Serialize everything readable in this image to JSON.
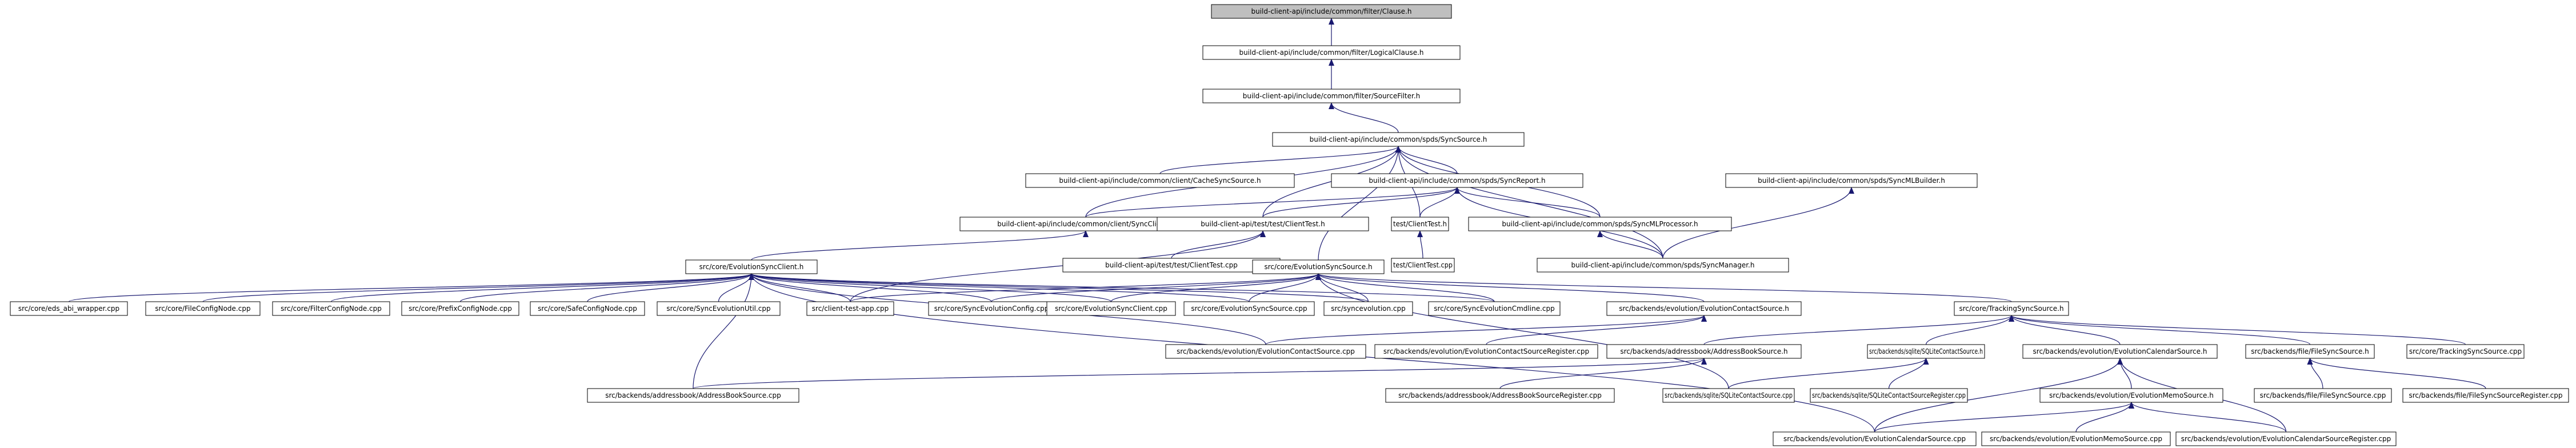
{
  "colors": {
    "node_fill": "#ffffff",
    "root_fill": "#bfbfbf",
    "border": "#000000",
    "edge": "#191970"
  },
  "nodes": [
    {
      "id": "clause_h",
      "label": "build-client-api/include/common/filter/Clause.h",
      "root": true
    },
    {
      "id": "logicalclause_h",
      "label": "build-client-api/include/common/filter/LogicalClause.h"
    },
    {
      "id": "sourcefilter_h",
      "label": "build-client-api/include/common/filter/SourceFilter.h"
    },
    {
      "id": "syncsource_h",
      "label": "build-client-api/include/common/spds/SyncSource.h"
    },
    {
      "id": "cachesyncsource_h",
      "label": "build-client-api/include/common/client/CacheSyncSource.h"
    },
    {
      "id": "syncreport_h",
      "label": "build-client-api/include/common/spds/SyncReport.h"
    },
    {
      "id": "syncmlbuilder_h",
      "label": "build-client-api/include/common/spds/SyncMLBuilder.h"
    },
    {
      "id": "syncclient_h",
      "label": "build-client-api/include/common/client/SyncClient.h"
    },
    {
      "id": "clienttest_h",
      "label": "build-client-api/test/test/ClientTest.h"
    },
    {
      "id": "test_clienttest_h",
      "label": "test/ClientTest.h"
    },
    {
      "id": "syncmlprocessor_h",
      "label": "build-client-api/include/common/spds/SyncMLProcessor.h"
    },
    {
      "id": "clienttest_cpp_b",
      "label": "build-client-api/test/test/ClientTest.cpp"
    },
    {
      "id": "test_clienttest_cpp",
      "label": "test/ClientTest.cpp"
    },
    {
      "id": "syncmanager_h",
      "label": "build-client-api/include/common/spds/SyncManager.h"
    },
    {
      "id": "evolutionsyncclient_h",
      "label": "src/core/EvolutionSyncClient.h"
    },
    {
      "id": "evolutionsyncsource_h",
      "label": "src/core/EvolutionSyncSource.h"
    },
    {
      "id": "eds_abi_wrapper_cpp",
      "label": "src/core/eds_abi_wrapper.cpp"
    },
    {
      "id": "fileconfignode_cpp",
      "label": "src/core/FileConfigNode.cpp"
    },
    {
      "id": "filterconfignode_cpp",
      "label": "src/core/FilterConfigNode.cpp"
    },
    {
      "id": "prefixconfignode_cpp",
      "label": "src/core/PrefixConfigNode.cpp"
    },
    {
      "id": "safeconfignode_cpp",
      "label": "src/core/SafeConfigNode.cpp"
    },
    {
      "id": "syncevolutionutil_cpp",
      "label": "src/core/SyncEvolutionUtil.cpp"
    },
    {
      "id": "client_test_app_cpp",
      "label": "src/client-test-app.cpp"
    },
    {
      "id": "syncevolutionconfig_cpp",
      "label": "src/core/SyncEvolutionConfig.cpp"
    },
    {
      "id": "evolutionsyncclient_cpp",
      "label": "src/core/EvolutionSyncClient.cpp"
    },
    {
      "id": "evolutionsyncsource_cpp",
      "label": "src/core/EvolutionSyncSource.cpp"
    },
    {
      "id": "syncevolution_cpp",
      "label": "src/syncevolution.cpp"
    },
    {
      "id": "syncevolutioncmdline_cpp",
      "label": "src/core/SyncEvolutionCmdline.cpp"
    },
    {
      "id": "evolutioncontactsource_h",
      "label": "src/backends/evolution/EvolutionContactSource.h"
    },
    {
      "id": "trackingsyncsource_h",
      "label": "src/core/TrackingSyncSource.h"
    },
    {
      "id": "evolutioncontactsource_cpp",
      "label": "src/backends/evolution/EvolutionContactSource.cpp"
    },
    {
      "id": "evolutioncontactsourceregister_cpp",
      "label": "src/backends/evolution/EvolutionContactSourceRegister.cpp"
    },
    {
      "id": "addressbooksource_h",
      "label": "src/backends/addressbook/AddressBookSource.h"
    },
    {
      "id": "sqlitecontactsource_h",
      "label": "src/backends/sqlite/SQLiteContactSource.h"
    },
    {
      "id": "evolutioncalendarsource_h",
      "label": "src/backends/evolution/EvolutionCalendarSource.h"
    },
    {
      "id": "filesyncsource_h",
      "label": "src/backends/file/FileSyncSource.h"
    },
    {
      "id": "trackingsyncsource_cpp",
      "label": "src/core/TrackingSyncSource.cpp"
    },
    {
      "id": "addressbooksource_cpp",
      "label": "src/backends/addressbook/AddressBookSource.cpp"
    },
    {
      "id": "addressbooksourceregister_cpp",
      "label": "src/backends/addressbook/AddressBookSourceRegister.cpp"
    },
    {
      "id": "sqlitecontactsource_cpp",
      "label": "src/backends/sqlite/SQLiteContactSource.cpp"
    },
    {
      "id": "sqlitecontactsourceregister_cpp",
      "label": "src/backends/sqlite/SQLiteContactSourceRegister.cpp"
    },
    {
      "id": "evolutionmemosource_h",
      "label": "src/backends/evolution/EvolutionMemoSource.h"
    },
    {
      "id": "filesyncsource_cpp",
      "label": "src/backends/file/FileSyncSource.cpp"
    },
    {
      "id": "filesyncsourceregister_cpp",
      "label": "src/backends/file/FileSyncSourceRegister.cpp"
    },
    {
      "id": "evolutioncalendarsource_cpp",
      "label": "src/backends/evolution/EvolutionCalendarSource.cpp"
    },
    {
      "id": "evolutionmemosource_cpp",
      "label": "src/backends/evolution/EvolutionMemoSource.cpp"
    },
    {
      "id": "evolutioncalendarsourceregister_cpp",
      "label": "src/backends/evolution/EvolutionCalendarSourceRegister.cpp"
    }
  ],
  "edges": [
    [
      "logicalclause_h",
      "clause_h"
    ],
    [
      "sourcefilter_h",
      "logicalclause_h"
    ],
    [
      "syncsource_h",
      "sourcefilter_h"
    ],
    [
      "cachesyncsource_h",
      "syncsource_h"
    ],
    [
      "syncreport_h",
      "syncsource_h"
    ],
    [
      "syncclient_h",
      "syncsource_h"
    ],
    [
      "clienttest_h",
      "syncsource_h"
    ],
    [
      "syncmlprocessor_h",
      "syncsource_h"
    ],
    [
      "syncmanager_h",
      "syncsource_h"
    ],
    [
      "evolutionsyncsource_h",
      "syncsource_h"
    ],
    [
      "test_clienttest_h",
      "syncsource_h"
    ],
    [
      "syncmanager_h",
      "syncmlbuilder_h"
    ],
    [
      "syncclient_h",
      "syncreport_h"
    ],
    [
      "clienttest_h",
      "syncreport_h"
    ],
    [
      "test_clienttest_h",
      "syncreport_h"
    ],
    [
      "syncmlprocessor_h",
      "syncreport_h"
    ],
    [
      "syncmanager_h",
      "syncreport_h"
    ],
    [
      "evolutionsyncclient_h",
      "syncclient_h"
    ],
    [
      "clienttest_cpp_b",
      "clienttest_h"
    ],
    [
      "client_test_app_cpp",
      "clienttest_h"
    ],
    [
      "test_clienttest_cpp",
      "test_clienttest_h"
    ],
    [
      "syncmanager_h",
      "syncmlprocessor_h"
    ],
    [
      "eds_abi_wrapper_cpp",
      "evolutionsyncclient_h"
    ],
    [
      "fileconfignode_cpp",
      "evolutionsyncclient_h"
    ],
    [
      "filterconfignode_cpp",
      "evolutionsyncclient_h"
    ],
    [
      "prefixconfignode_cpp",
      "evolutionsyncclient_h"
    ],
    [
      "safeconfignode_cpp",
      "evolutionsyncclient_h"
    ],
    [
      "syncevolutionutil_cpp",
      "evolutionsyncclient_h"
    ],
    [
      "client_test_app_cpp",
      "evolutionsyncclient_h"
    ],
    [
      "syncevolutionconfig_cpp",
      "evolutionsyncclient_h"
    ],
    [
      "evolutionsyncclient_cpp",
      "evolutionsyncclient_h"
    ],
    [
      "evolutionsyncsource_cpp",
      "evolutionsyncclient_h"
    ],
    [
      "syncevolution_cpp",
      "evolutionsyncclient_h"
    ],
    [
      "syncevolutioncmdline_cpp",
      "evolutionsyncclient_h"
    ],
    [
      "evolutioncontactsource_cpp",
      "evolutionsyncclient_h"
    ],
    [
      "addressbooksource_cpp",
      "evolutionsyncclient_h"
    ],
    [
      "evolutioncalendarsource_cpp",
      "evolutionsyncclient_h"
    ],
    [
      "client_test_app_cpp",
      "evolutionsyncsource_h"
    ],
    [
      "syncevolutionconfig_cpp",
      "evolutionsyncsource_h"
    ],
    [
      "evolutionsyncclient_cpp",
      "evolutionsyncsource_h"
    ],
    [
      "evolutionsyncsource_cpp",
      "evolutionsyncsource_h"
    ],
    [
      "syncevolution_cpp",
      "evolutionsyncsource_h"
    ],
    [
      "syncevolutioncmdline_cpp",
      "evolutionsyncsource_h"
    ],
    [
      "evolutioncontactsource_h",
      "evolutionsyncsource_h"
    ],
    [
      "trackingsyncsource_h",
      "evolutionsyncsource_h"
    ],
    [
      "sqlitecontactsource_cpp",
      "evolutionsyncsource_h"
    ],
    [
      "evolutioncontactsource_cpp",
      "evolutioncontactsource_h"
    ],
    [
      "evolutioncontactsourceregister_cpp",
      "evolutioncontactsource_h"
    ],
    [
      "addressbooksource_h",
      "trackingsyncsource_h"
    ],
    [
      "sqlitecontactsource_h",
      "trackingsyncsource_h"
    ],
    [
      "evolutioncalendarsource_h",
      "trackingsyncsource_h"
    ],
    [
      "filesyncsource_h",
      "trackingsyncsource_h"
    ],
    [
      "trackingsyncsource_cpp",
      "trackingsyncsource_h"
    ],
    [
      "addressbooksource_cpp",
      "addressbooksource_h"
    ],
    [
      "addressbooksourceregister_cpp",
      "addressbooksource_h"
    ],
    [
      "sqlitecontactsource_cpp",
      "sqlitecontactsource_h"
    ],
    [
      "sqlitecontactsourceregister_cpp",
      "sqlitecontactsource_h"
    ],
    [
      "evolutionmemosource_h",
      "evolutioncalendarsource_h"
    ],
    [
      "evolutioncalendarsource_cpp",
      "evolutioncalendarsource_h"
    ],
    [
      "evolutioncalendarsourceregister_cpp",
      "evolutioncalendarsource_h"
    ],
    [
      "filesyncsource_cpp",
      "filesyncsource_h"
    ],
    [
      "filesyncsourceregister_cpp",
      "filesyncsource_h"
    ],
    [
      "evolutioncalendarsource_cpp",
      "evolutionmemosource_h"
    ],
    [
      "evolutionmemosource_cpp",
      "evolutionmemosource_h"
    ],
    [
      "evolutioncalendarsourceregister_cpp",
      "evolutionmemosource_h"
    ]
  ]
}
